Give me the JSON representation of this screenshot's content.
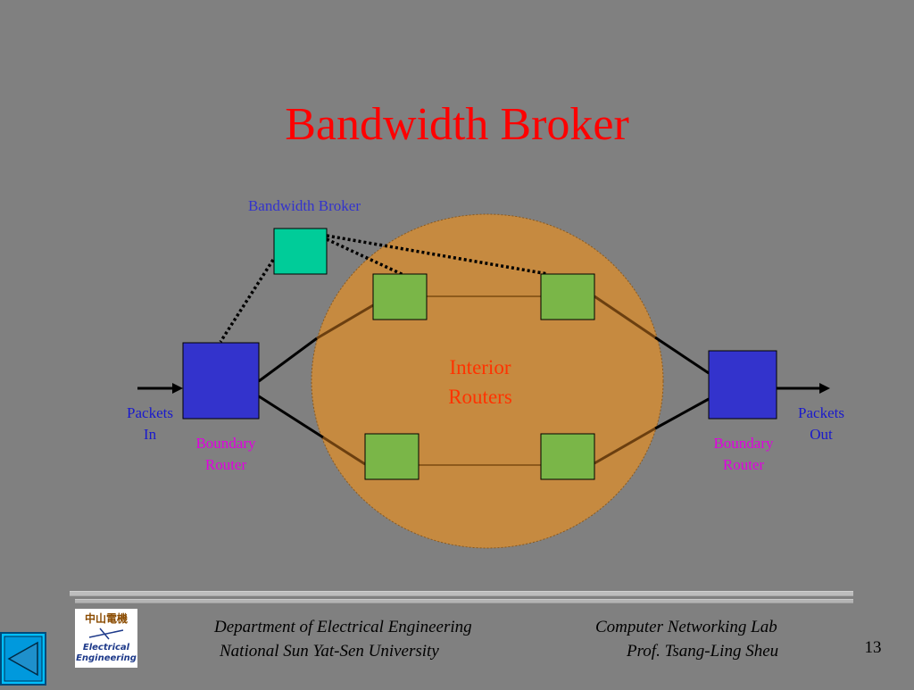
{
  "title": "Bandwidth Broker",
  "diagram": {
    "broker_label": "Bandwidth Broker",
    "interior_label_line1": "Interior",
    "interior_label_line2": "Routers",
    "packets_in_line1": "Packets",
    "packets_in_line2": "In",
    "packets_out_line1": "Packets",
    "packets_out_line2": "Out",
    "boundary_router_left_line1": "Boundary",
    "boundary_router_left_line2": "Router",
    "boundary_router_right_line1": "Boundary",
    "boundary_router_right_line2": "Router"
  },
  "footer": {
    "dept": "Department of Electrical Engineering",
    "university": "National Sun Yat-Sen University",
    "lab": "Computer Networking Lab",
    "professor": "Prof. Tsang-Ling Sheu",
    "page_number": "13",
    "logo_chinese": "中山電機",
    "logo_line1": "Electrical",
    "logo_line2": "Engineering"
  },
  "colors": {
    "background": "#808080",
    "title": "#ff0000",
    "cloud": "#c68a40",
    "broker_box": "#00cc99",
    "interior_router": "#7ab648",
    "boundary_router": "#3333cc"
  },
  "icons": {
    "nav": "previous-slide-arrow-icon",
    "logo": "department-logo"
  }
}
